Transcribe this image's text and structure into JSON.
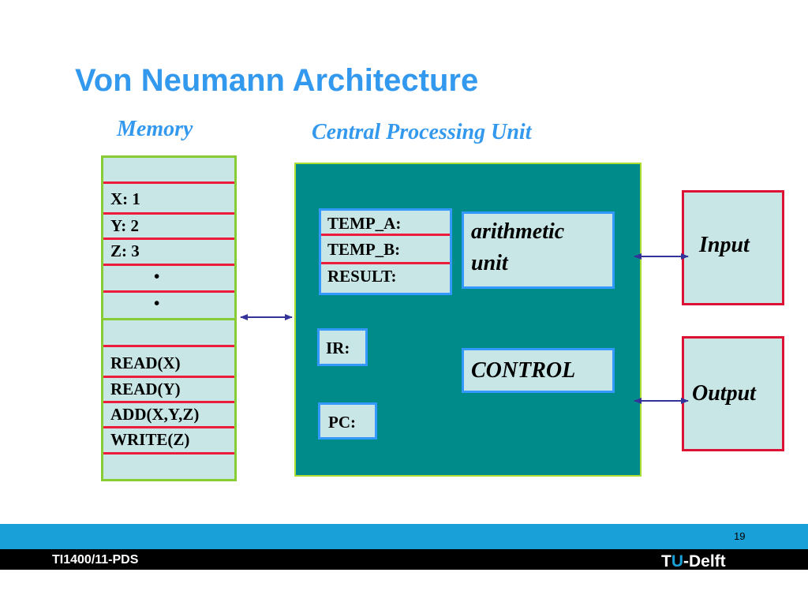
{
  "title": "Von Neumann Architecture",
  "memory": {
    "heading": "Memory",
    "data_lines": [
      "X:  1",
      "Y:  2",
      "Z:  3",
      "•",
      "•"
    ],
    "program_lines": [
      "READ(X)",
      "READ(Y)",
      "ADD(X,Y,Z)",
      "WRITE(Z)"
    ]
  },
  "cpu": {
    "heading": "Central Processing Unit",
    "temp_registers": [
      "TEMP_A:",
      "TEMP_B:",
      "RESULT:"
    ],
    "ir_label": "IR:",
    "pc_label": "PC:",
    "arithmetic_unit": [
      "arithmetic",
      "unit"
    ],
    "control_label": "CONTROL"
  },
  "io": {
    "input_label": "Input",
    "output_label": "Output"
  },
  "footer": {
    "page_number": "19",
    "course": "TI1400/11-PDS",
    "logo_t": "T",
    "logo_u": "U",
    "logo_rest": "-Delft"
  },
  "colors": {
    "accent_blue": "#3399ee",
    "cpu_teal": "#008b8b",
    "box_fill": "#c8e6e6",
    "memory_border": "#88cc33",
    "separator_red": "#ee1c3c",
    "arrow_navy": "#333399",
    "footer_blue": "#1aa0d8"
  }
}
